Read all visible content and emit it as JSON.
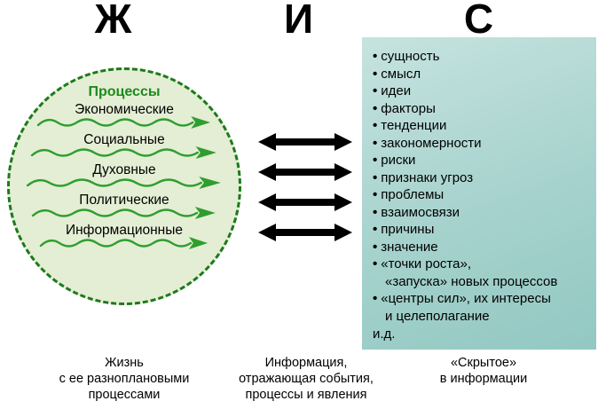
{
  "headers": {
    "zh": "Ж",
    "i": "И",
    "s": "С"
  },
  "circle": {
    "title": "Процессы",
    "processes": [
      "Экономические",
      "Социальные",
      "Духовные",
      "Политические",
      "Информационные"
    ]
  },
  "panel": {
    "bullet": "•",
    "items": [
      "сущность",
      "смысл",
      "идеи",
      "факторы",
      "тенденции",
      "закономерности",
      "риски",
      "признаки угроз",
      "проблемы",
      "взаимосвязи",
      "причины",
      "значение",
      "«точки роста»,\n«запуска» новых процессов",
      "«центры сил», их интересы\nи целеполагание"
    ],
    "footer": "и.д."
  },
  "captions": [
    "Жизнь\nс ее разноплановыми\nпроцессами",
    "Информация,\nотражающая события,\nпроцессы и явления",
    "«Скрытое»\nв информации"
  ],
  "colors": {
    "circle_fill": "#e4eed4",
    "circle_border": "#1c7a1c",
    "process_green": "#2f9e2f",
    "title_green": "#1d8a1d",
    "panel_teal": "#a6d2cd",
    "arrow_black": "#000000"
  }
}
